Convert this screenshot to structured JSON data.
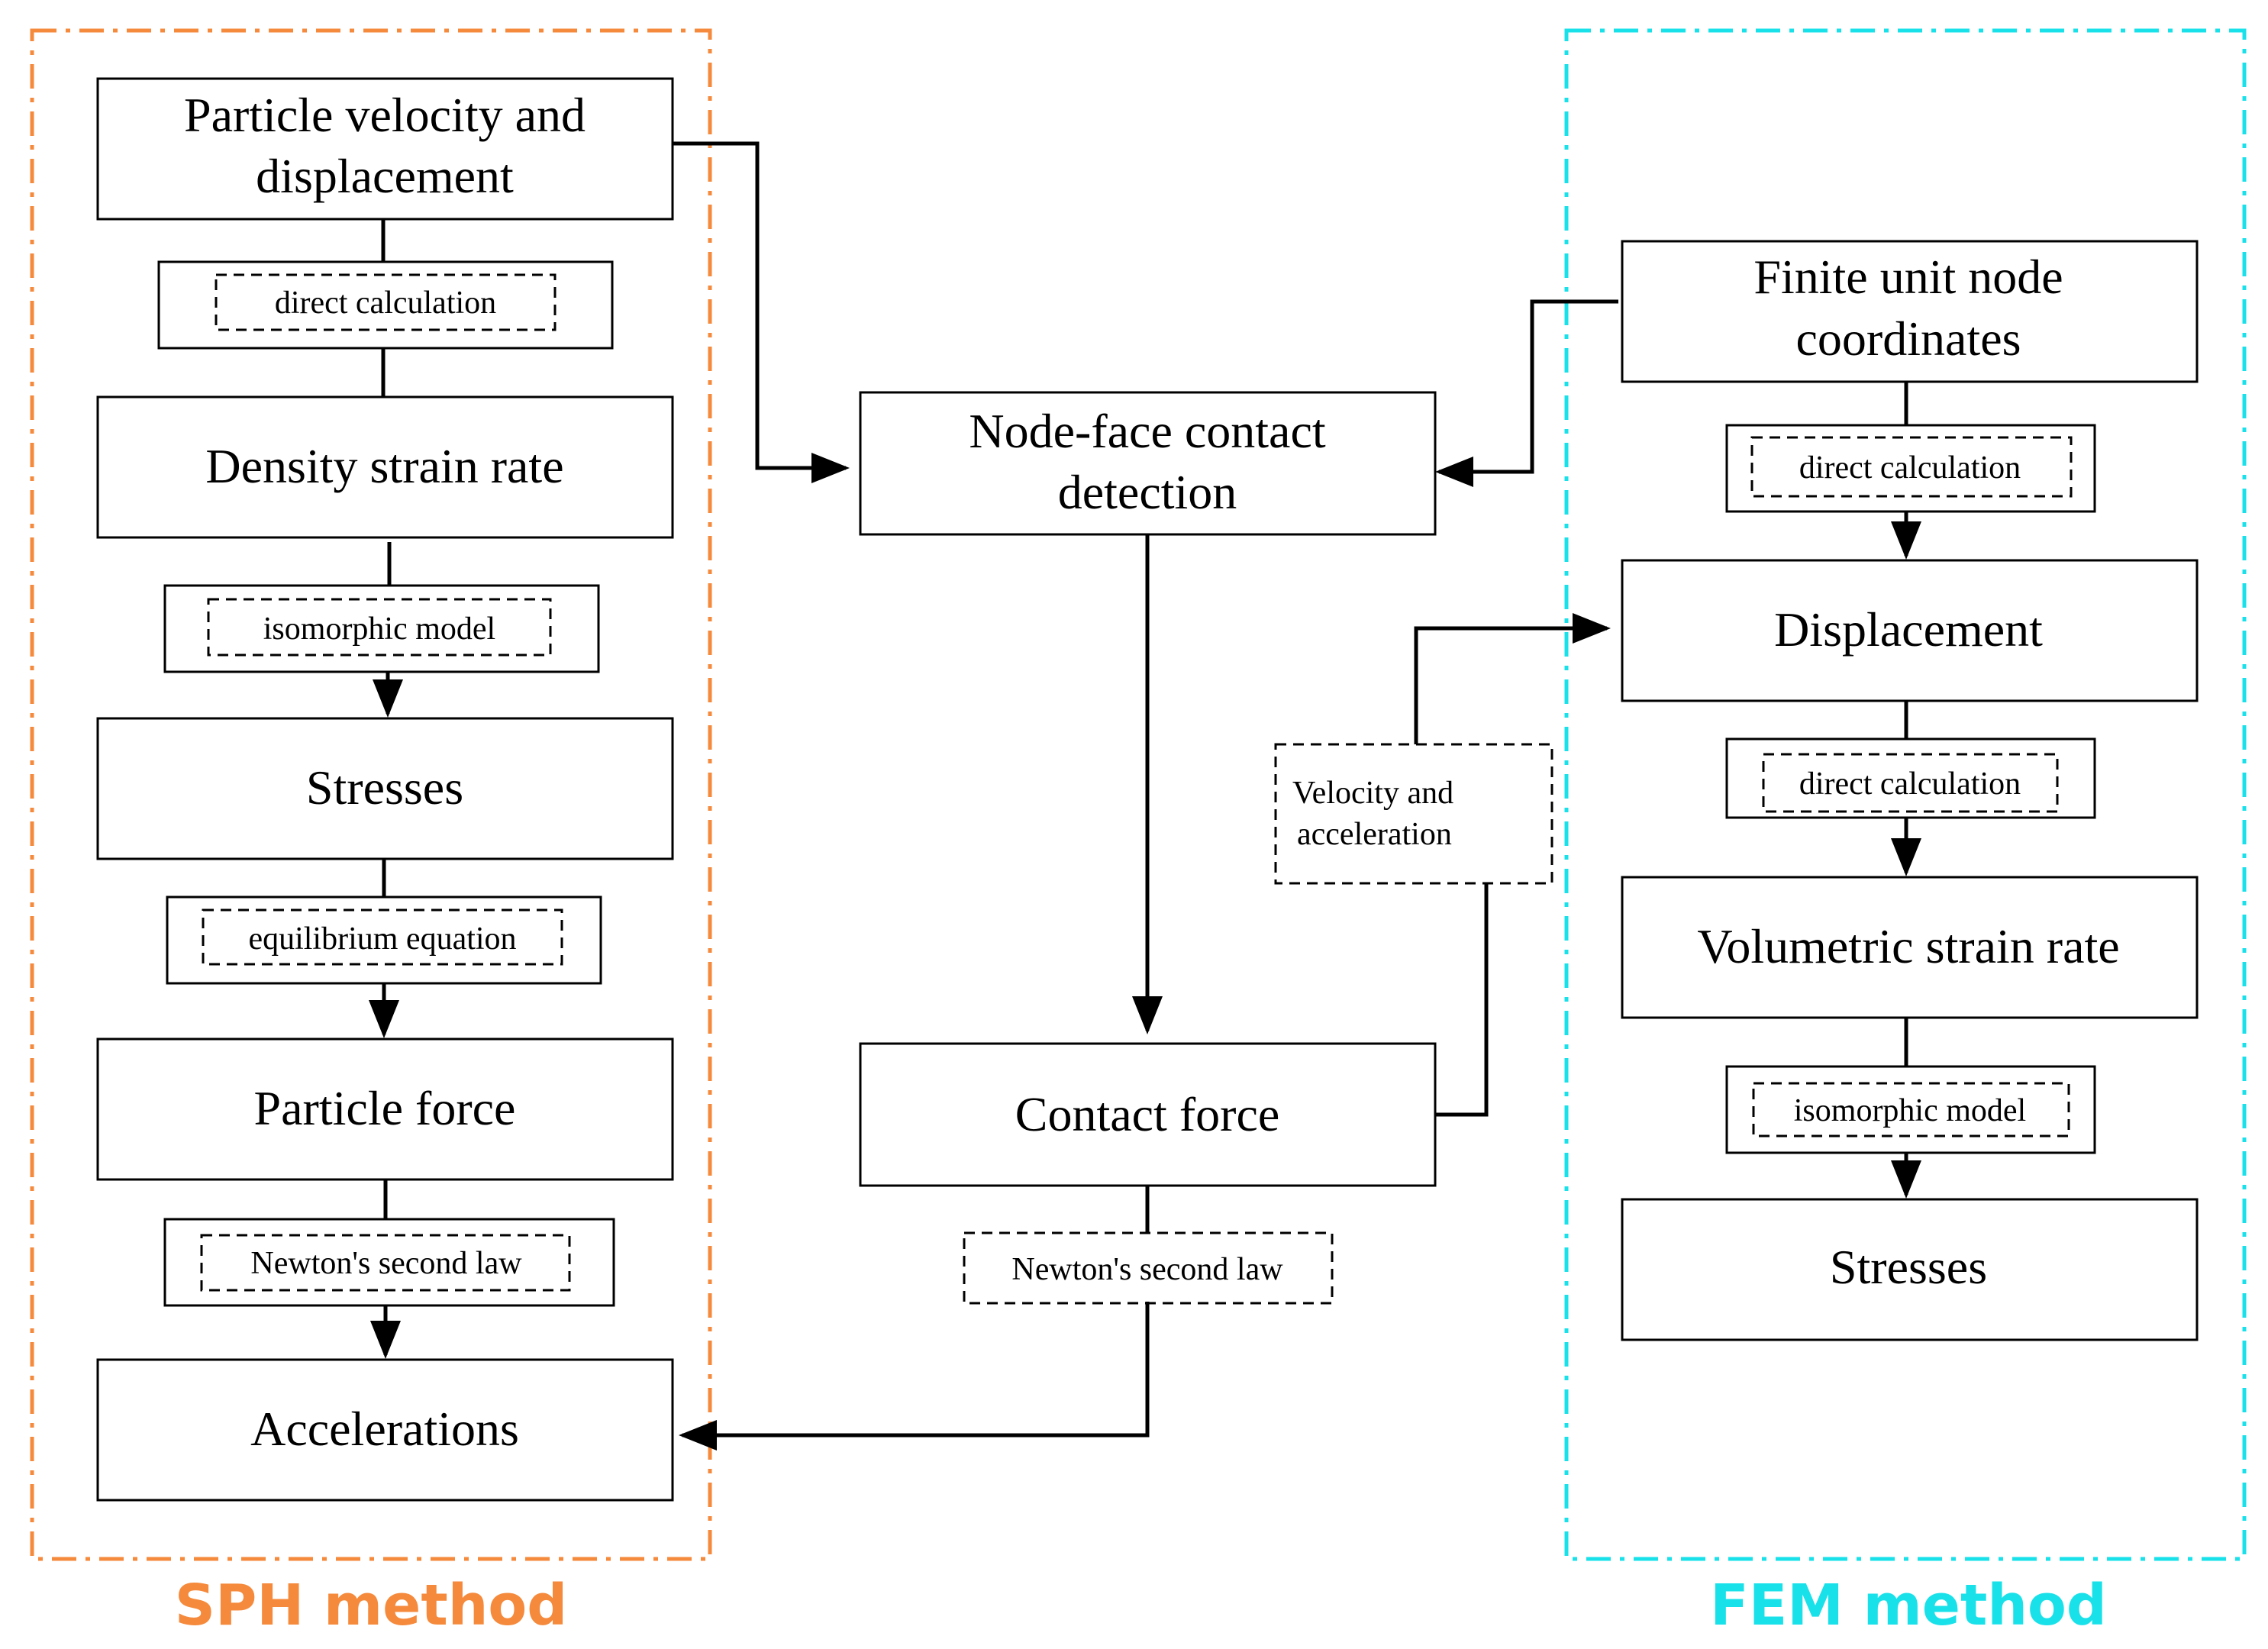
{
  "sph": {
    "label": "SPH method",
    "color": "#f58a3c",
    "boxes": {
      "particle_velocity": [
        "Particle velocity and",
        "displacement"
      ],
      "density": "Density strain rate",
      "stresses": "Stresses",
      "particle_force": "Particle force",
      "accelerations": "Accelerations"
    },
    "steps": {
      "direct_calculation": "direct calculation",
      "isomorphic_model": "isomorphic model",
      "equilibrium_equation": "equilibrium equation",
      "newtons_law": "Newton's second law"
    }
  },
  "center": {
    "node_face": [
      "Node-face contact",
      "detection"
    ],
    "contact_force": "Contact force",
    "newtons_law": "Newton's second law",
    "velocity_accel": [
      "Velocity and",
      "acceleration"
    ]
  },
  "fem": {
    "label": "FEM method",
    "color": "#19e1ea",
    "boxes": {
      "finite_unit": [
        "Finite unit node",
        "coordinates"
      ],
      "displacement": "Displacement",
      "volumetric": "Volumetric strain rate",
      "stresses": "Stresses"
    },
    "steps": {
      "direct_calculation_1": "direct calculation",
      "direct_calculation_2": "direct calculation",
      "isomorphic_model": "isomorphic model"
    }
  }
}
